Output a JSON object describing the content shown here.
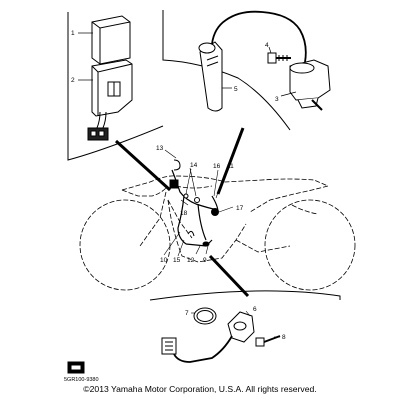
{
  "parts": [
    {
      "id": "1"
    },
    {
      "id": "2"
    },
    {
      "id": "3"
    },
    {
      "id": "4"
    },
    {
      "id": "5"
    },
    {
      "id": "6"
    },
    {
      "id": "7"
    },
    {
      "id": "8"
    },
    {
      "id": "9"
    },
    {
      "id": "10"
    },
    {
      "id": "11"
    },
    {
      "id": "12"
    },
    {
      "id": "13"
    },
    {
      "id": "14"
    },
    {
      "id": "15"
    },
    {
      "id": "16"
    },
    {
      "id": "17"
    },
    {
      "id": "18"
    }
  ],
  "drawing_code": "5GR100-9380",
  "copyright": "©2013 Yamaha Motor Corporation, U.S.A. All rights reserved."
}
